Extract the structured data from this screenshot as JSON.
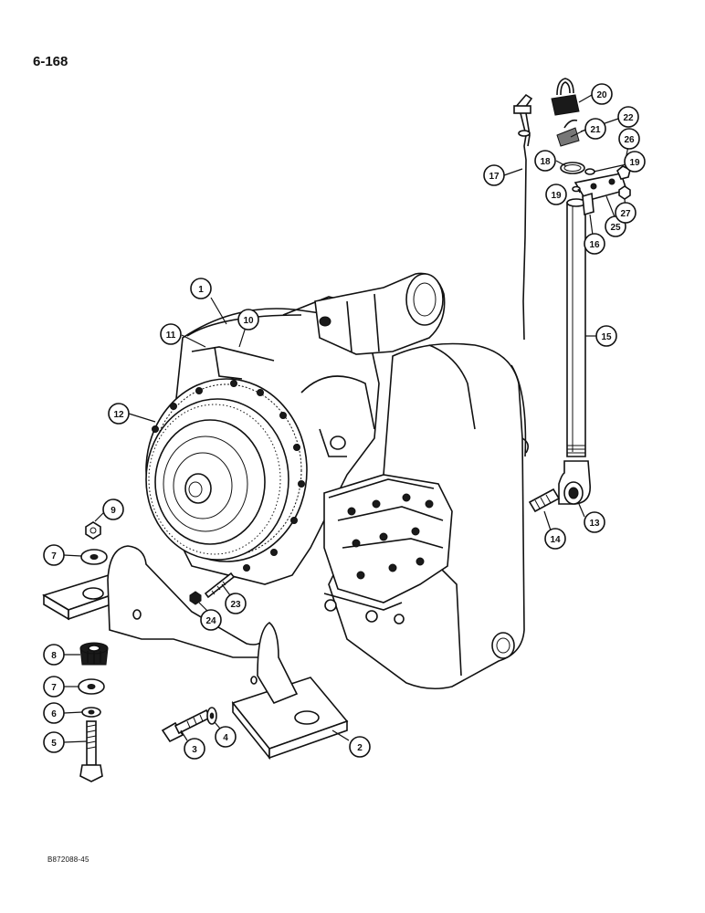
{
  "page_number": "6-168",
  "figure_code": "B872088-45",
  "callouts": [
    {
      "id": "c1",
      "label": "1"
    },
    {
      "id": "c2",
      "label": "2"
    },
    {
      "id": "c3",
      "label": "3"
    },
    {
      "id": "c4",
      "label": "4"
    },
    {
      "id": "c5",
      "label": "5"
    },
    {
      "id": "c6",
      "label": "6"
    },
    {
      "id": "c7a",
      "label": "7"
    },
    {
      "id": "c7b",
      "label": "7"
    },
    {
      "id": "c8",
      "label": "8"
    },
    {
      "id": "c9",
      "label": "9"
    },
    {
      "id": "c10",
      "label": "10"
    },
    {
      "id": "c11",
      "label": "11"
    },
    {
      "id": "c12",
      "label": "12"
    },
    {
      "id": "c13",
      "label": "13"
    },
    {
      "id": "c14",
      "label": "14"
    },
    {
      "id": "c15",
      "label": "15"
    },
    {
      "id": "c16",
      "label": "16"
    },
    {
      "id": "c17",
      "label": "17"
    },
    {
      "id": "c18",
      "label": "18"
    },
    {
      "id": "c19a",
      "label": "19"
    },
    {
      "id": "c19b",
      "label": "19"
    },
    {
      "id": "c20",
      "label": "20"
    },
    {
      "id": "c21",
      "label": "21"
    },
    {
      "id": "c22",
      "label": "22"
    },
    {
      "id": "c23",
      "label": "23"
    },
    {
      "id": "c24",
      "label": "24"
    },
    {
      "id": "c25",
      "label": "25"
    },
    {
      "id": "c26",
      "label": "26"
    },
    {
      "id": "c27",
      "label": "27"
    }
  ]
}
